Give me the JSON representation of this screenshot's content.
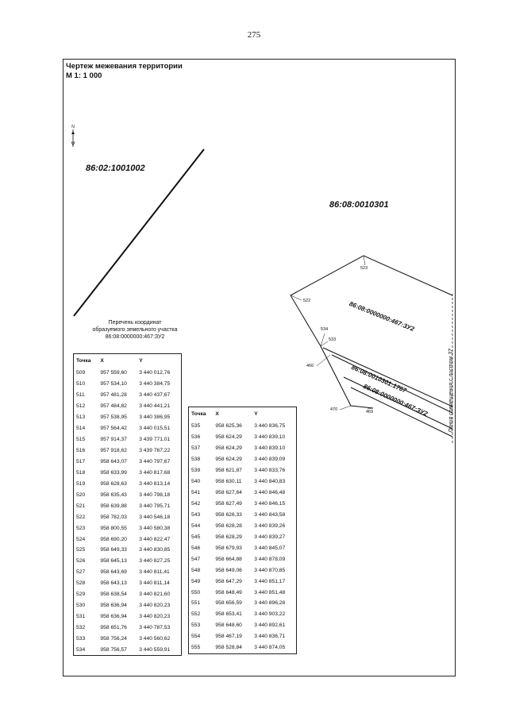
{
  "page_number": "275",
  "drawing": {
    "title": "Чертеж межевания территории",
    "scale": "М 1: 1 000",
    "north_label": "N",
    "parcel_codes": {
      "left": "86:02:1001002",
      "right": "86:08:0010301",
      "new_parcel": "86:08:0000000:467:ЗУ2",
      "existing_parcel": "86:08:0010301:1767",
      "new_parcel_lower": "86:08:0000000:467:ЗУ2"
    },
    "point_labels": {
      "p522": "522",
      "p523": "523",
      "p534": "534",
      "p533": "533",
      "p466": "466",
      "p470": "470",
      "p469": "469"
    },
    "sheet_join_line": "Линия совмещения с листом 37"
  },
  "coordinates_caption": {
    "line1": "Перечень координат",
    "line2": "образуемого земельного участка",
    "line3": "86:08:0000000:467:ЗУ2"
  },
  "table_headers": {
    "point": "Точка",
    "x": "X",
    "y": "Y"
  },
  "table_left": [
    [
      "509",
      "957 559,60",
      "3 440 012,76"
    ],
    [
      "510",
      "957 534,10",
      "3 440 384,75"
    ],
    [
      "511",
      "957 481,28",
      "3 440 437,67"
    ],
    [
      "512",
      "957 484,82",
      "3 440 441,21"
    ],
    [
      "513",
      "957 538,95",
      "3 440 386,95"
    ],
    [
      "514",
      "957 564,42",
      "3 440 015,51"
    ],
    [
      "515",
      "957 914,37",
      "3 439 771,01"
    ],
    [
      "516",
      "957 918,62",
      "3 439 767,22"
    ],
    [
      "517",
      "958 643,07",
      "3 440 797,67"
    ],
    [
      "518",
      "958 633,99",
      "3 440 817,68"
    ],
    [
      "519",
      "958 628,63",
      "3 440 813,14"
    ],
    [
      "520",
      "958 635,43",
      "3 440 798,18"
    ],
    [
      "521",
      "958 639,88",
      "3 440 795,71"
    ],
    [
      "522",
      "958 782,03",
      "3 440 546,18"
    ],
    [
      "523",
      "958 800,55",
      "3 440 580,38"
    ],
    [
      "524",
      "958 690,20",
      "3 440 822,47"
    ],
    [
      "525",
      "958 649,33",
      "3 440 830,85"
    ],
    [
      "526",
      "958 645,13",
      "3 440 827,25"
    ],
    [
      "527",
      "958 643,69",
      "3 440 811,41"
    ],
    [
      "528",
      "958 643,13",
      "3 440 811,14"
    ],
    [
      "529",
      "958 638,54",
      "3 440 821,60"
    ],
    [
      "530",
      "958 636,94",
      "3 440 820,23"
    ],
    [
      "531",
      "958 636,94",
      "3 440 820,23"
    ],
    [
      "532",
      "958 651,76",
      "3 440 787,53"
    ],
    [
      "533",
      "958 756,24",
      "3 440 560,62"
    ],
    [
      "534",
      "958 756,57",
      "3 440 559,91"
    ]
  ],
  "table_right": [
    [
      "535",
      "958 625,36",
      "3 440 836,75"
    ],
    [
      "536",
      "958 624,29",
      "3 440 839,10"
    ],
    [
      "537",
      "958 624,29",
      "3 440 839,10"
    ],
    [
      "538",
      "958 624,29",
      "3 440 839,09"
    ],
    [
      "539",
      "958 621,87",
      "3 440 833,76"
    ],
    [
      "540",
      "958 630,11",
      "3 440 840,83"
    ],
    [
      "541",
      "958 627,64",
      "3 440 846,48"
    ],
    [
      "542",
      "958 627,49",
      "3 440 846,15"
    ],
    [
      "543",
      "958 626,33",
      "3 440 843,58"
    ],
    [
      "544",
      "958 628,28",
      "3 440 839,26"
    ],
    [
      "545",
      "958 628,29",
      "3 440 839,27"
    ],
    [
      "546",
      "958 679,93",
      "3 440 845,07"
    ],
    [
      "547",
      "958 664,88",
      "3 440 878,09"
    ],
    [
      "548",
      "958 649,06",
      "3 440 870,85"
    ],
    [
      "549",
      "958 647,29",
      "3 440 851,17"
    ],
    [
      "550",
      "958 648,49",
      "3 440 851,48"
    ],
    [
      "551",
      "958 656,59",
      "3 440 896,28"
    ],
    [
      "552",
      "958 653,41",
      "3 440 903,22"
    ],
    [
      "553",
      "958 648,60",
      "3 440 892,61"
    ],
    [
      "554",
      "958 467,19",
      "3 440 836,71"
    ],
    [
      "555",
      "958 528,84",
      "3 440 874,05"
    ]
  ]
}
